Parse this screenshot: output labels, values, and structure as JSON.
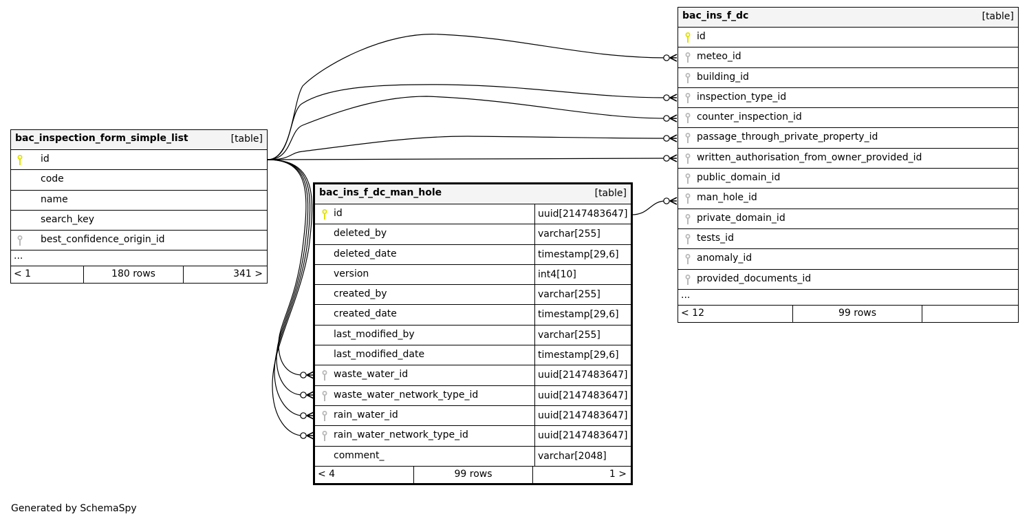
{
  "diagram": {
    "generated_by": "Generated by SchemaSpy",
    "tables": {
      "simple_list": {
        "name": "bac_inspection_form_simple_list",
        "kind": "[table]",
        "columns": [
          {
            "name": "id",
            "key": "primary"
          },
          {
            "name": "code",
            "key": "none"
          },
          {
            "name": "name",
            "key": "none"
          },
          {
            "name": "search_key",
            "key": "none"
          },
          {
            "name": "best_confidence_origin_id",
            "key": "foreign"
          }
        ],
        "ellipsis": "...",
        "footer": {
          "prev": "< 1",
          "rows": "180 rows",
          "next": "341 >"
        }
      },
      "man_hole": {
        "name": "bac_ins_f_dc_man_hole",
        "kind": "[table]",
        "columns": [
          {
            "name": "id",
            "type": "uuid[2147483647]",
            "key": "primary"
          },
          {
            "name": "deleted_by",
            "type": "varchar[255]",
            "key": "none"
          },
          {
            "name": "deleted_date",
            "type": "timestamp[29,6]",
            "key": "none"
          },
          {
            "name": "version",
            "type": "int4[10]",
            "key": "none"
          },
          {
            "name": "created_by",
            "type": "varchar[255]",
            "key": "none"
          },
          {
            "name": "created_date",
            "type": "timestamp[29,6]",
            "key": "none"
          },
          {
            "name": "last_modified_by",
            "type": "varchar[255]",
            "key": "none"
          },
          {
            "name": "last_modified_date",
            "type": "timestamp[29,6]",
            "key": "none"
          },
          {
            "name": "waste_water_id",
            "type": "uuid[2147483647]",
            "key": "foreign"
          },
          {
            "name": "waste_water_network_type_id",
            "type": "uuid[2147483647]",
            "key": "foreign"
          },
          {
            "name": "rain_water_id",
            "type": "uuid[2147483647]",
            "key": "foreign"
          },
          {
            "name": "rain_water_network_type_id",
            "type": "uuid[2147483647]",
            "key": "foreign"
          },
          {
            "name": "comment_",
            "type": "varchar[2048]",
            "key": "none"
          }
        ],
        "footer": {
          "prev": "< 4",
          "rows": "99 rows",
          "next": "1 >"
        }
      },
      "dc": {
        "name": "bac_ins_f_dc",
        "kind": "[table]",
        "columns": [
          {
            "name": "id",
            "key": "primary"
          },
          {
            "name": "meteo_id",
            "key": "foreign"
          },
          {
            "name": "building_id",
            "key": "foreign"
          },
          {
            "name": "inspection_type_id",
            "key": "foreign"
          },
          {
            "name": "counter_inspection_id",
            "key": "foreign"
          },
          {
            "name": "passage_through_private_property_id",
            "key": "foreign"
          },
          {
            "name": "written_authorisation_from_owner_provided_id",
            "key": "foreign"
          },
          {
            "name": "public_domain_id",
            "key": "foreign"
          },
          {
            "name": "man_hole_id",
            "key": "foreign"
          },
          {
            "name": "private_domain_id",
            "key": "foreign"
          },
          {
            "name": "tests_id",
            "key": "foreign"
          },
          {
            "name": "anomaly_id",
            "key": "foreign"
          },
          {
            "name": "provided_documents_id",
            "key": "foreign"
          }
        ],
        "ellipsis": "...",
        "footer": {
          "prev": "< 12",
          "rows": "99 rows",
          "next": ""
        }
      }
    },
    "relationships": [
      {
        "from": "bac_inspection_form_simple_list.id",
        "to": "bac_ins_f_dc.meteo_id",
        "cardinality": "zero-or-many"
      },
      {
        "from": "bac_inspection_form_simple_list.id",
        "to": "bac_ins_f_dc.inspection_type_id",
        "cardinality": "zero-or-many"
      },
      {
        "from": "bac_inspection_form_simple_list.id",
        "to": "bac_ins_f_dc.counter_inspection_id",
        "cardinality": "zero-or-many"
      },
      {
        "from": "bac_inspection_form_simple_list.id",
        "to": "bac_ins_f_dc.passage_through_private_property_id",
        "cardinality": "zero-or-many"
      },
      {
        "from": "bac_inspection_form_simple_list.id",
        "to": "bac_ins_f_dc.written_authorisation_from_owner_provided_id",
        "cardinality": "zero-or-many"
      },
      {
        "from": "bac_ins_f_dc_man_hole.id",
        "to": "bac_ins_f_dc.man_hole_id",
        "cardinality": "zero-or-many"
      },
      {
        "from": "bac_inspection_form_simple_list.id",
        "to": "bac_ins_f_dc_man_hole.waste_water_id",
        "cardinality": "zero-or-many"
      },
      {
        "from": "bac_inspection_form_simple_list.id",
        "to": "bac_ins_f_dc_man_hole.waste_water_network_type_id",
        "cardinality": "zero-or-many"
      },
      {
        "from": "bac_inspection_form_simple_list.id",
        "to": "bac_ins_f_dc_man_hole.rain_water_id",
        "cardinality": "zero-or-many"
      },
      {
        "from": "bac_inspection_form_simple_list.id",
        "to": "bac_ins_f_dc_man_hole.rain_water_network_type_id",
        "cardinality": "zero-or-many"
      }
    ],
    "colors": {
      "primary_key": "#e0e000",
      "foreign_key": "#b8b8b8",
      "header_bg": "#f4f4f4",
      "line": "#000000"
    }
  }
}
